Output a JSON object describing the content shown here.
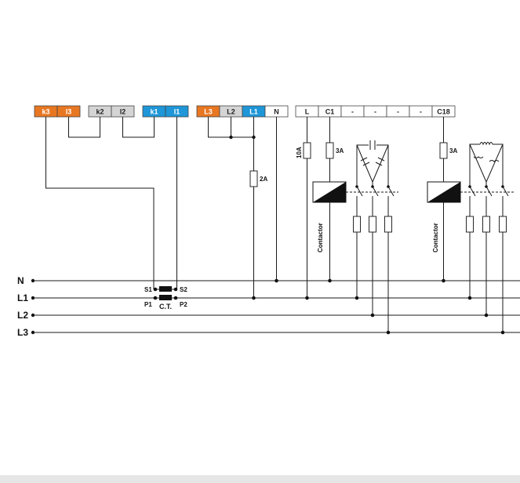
{
  "terminals": {
    "group1": [
      {
        "label": "k3",
        "color": "#e87722"
      },
      {
        "label": "l3",
        "color": "#e87722"
      },
      {
        "label": "k2",
        "color": "#d4d4d4"
      },
      {
        "label": "l2",
        "color": "#d4d4d4"
      },
      {
        "label": "k1",
        "color": "#1e96d8"
      },
      {
        "label": "l1",
        "color": "#1e96d8"
      }
    ],
    "group2": [
      {
        "label": "L3",
        "color": "#e87722"
      },
      {
        "label": "L2",
        "color": "#d4d4d4"
      },
      {
        "label": "L1",
        "color": "#1e96d8"
      },
      {
        "label": "N",
        "color": "#ffffff"
      }
    ],
    "group3": [
      {
        "label": "L",
        "color": "#ffffff"
      },
      {
        "label": "C1",
        "color": "#ffffff"
      },
      {
        "label": "-",
        "color": "#ffffff"
      },
      {
        "label": "-",
        "color": "#ffffff"
      },
      {
        "label": "-",
        "color": "#ffffff"
      },
      {
        "label": "-",
        "color": "#ffffff"
      },
      {
        "label": "C18",
        "color": "#ffffff"
      }
    ]
  },
  "buses": [
    "N",
    "L1",
    "L2",
    "L3"
  ],
  "fuses": {
    "voltage_fuse": "2A",
    "supply_fuse": "10A",
    "coil_fuse_1": "3A",
    "coil_fuse_2": "3A"
  },
  "ct": {
    "label": "C.T.",
    "s1": "S1",
    "s2": "S2",
    "p1": "P1",
    "p2": "P2"
  },
  "contactors": [
    "Contactor",
    "Contactor"
  ]
}
